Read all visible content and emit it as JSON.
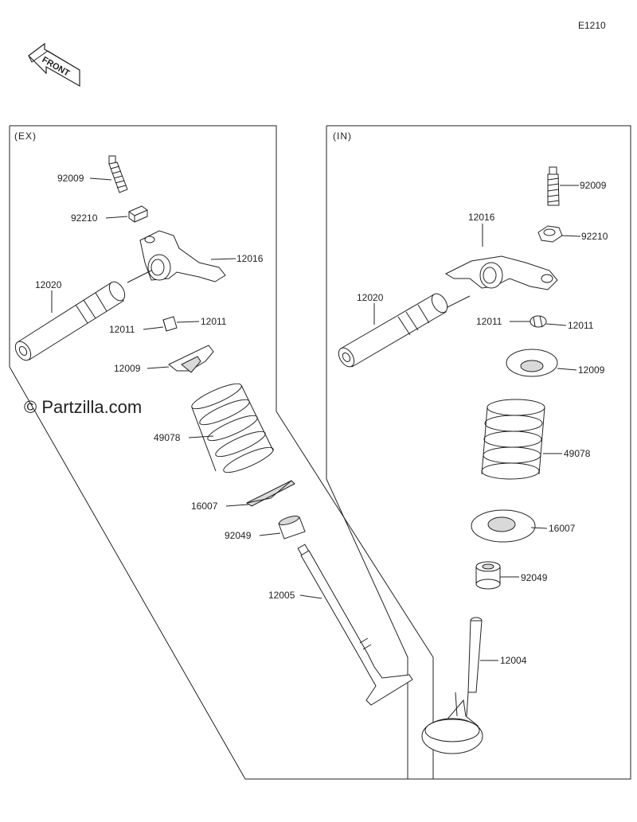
{
  "diagram_code": "E1210",
  "front_label": "FRONT",
  "watermark": "© Partzilla.com",
  "sections": {
    "exhaust": "(EX)",
    "intake": "(IN)"
  },
  "ex_parts": {
    "adjust_screw": "92009",
    "nut": "92210",
    "rocker_arm": "12016",
    "shaft": "12020",
    "cotter_left": "12011",
    "cotter_right": "12011",
    "retainer": "12009",
    "spring": "49078",
    "spring_seat": "16007",
    "oil_seal": "92049",
    "valve": "12005"
  },
  "in_parts": {
    "adjust_screw": "92009",
    "nut": "92210",
    "rocker_arm": "12016",
    "shaft": "12020",
    "cotter_left": "12011",
    "cotter_right": "12011",
    "retainer": "12009",
    "spring": "49078",
    "spring_seat": "16007",
    "oil_seal": "92049",
    "valve": "12004"
  },
  "colors": {
    "line": "#222222",
    "part_fill": "#ffffff",
    "shade": "#d9d9d9"
  }
}
